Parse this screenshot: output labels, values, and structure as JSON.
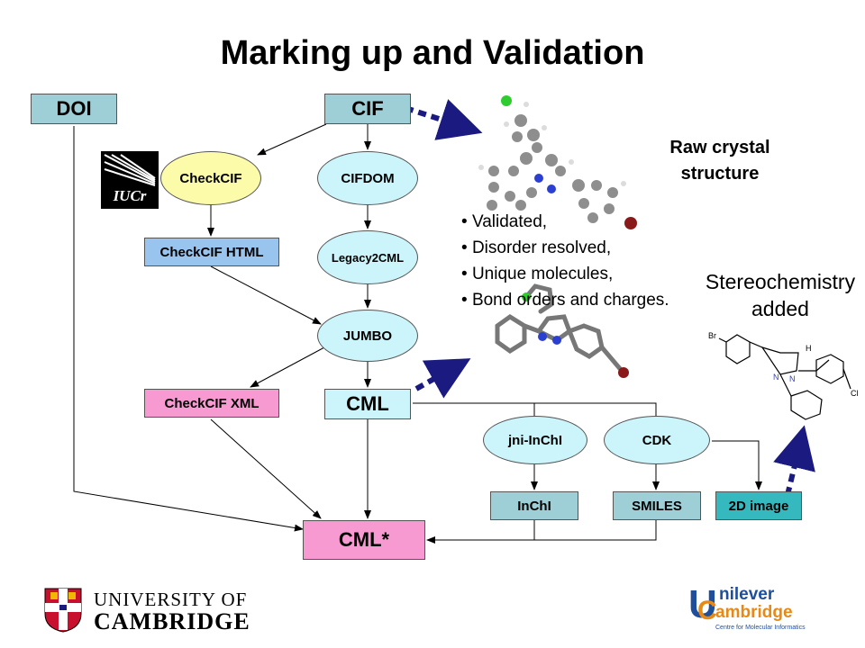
{
  "title": "Marking up and Validation",
  "nodes": {
    "doi": "DOI",
    "cif": "CIF",
    "checkcif": "CheckCIF",
    "cifdom": "CIFDOM",
    "checkcif_html": "CheckCIF HTML",
    "legacy2cml": "Legacy2CML",
    "jumbo": "JUMBO",
    "checkcif_xml": "CheckCIF XML",
    "cml": "CML",
    "jni_inchi": "jni-InChI",
    "cdk": "CDK",
    "inchi": "InChI",
    "smiles": "SMILES",
    "image2d": "2D image",
    "cml_star": "CML*"
  },
  "raw_label": "Raw crystal structure",
  "bullets": [
    "Validated,",
    "Disorder resolved,",
    "Unique molecules,",
    "Bond orders and charges."
  ],
  "stereo_label": "Stereochemistry added",
  "logos": {
    "iucr": "IUCr",
    "cambridge_line1": "UNIVERSITY OF",
    "cambridge_line2": "CAMBRIDGE",
    "unilever_line1": "nilever",
    "unilever_line2": "ambridge",
    "unilever_sub": "Centre for Molecular Informatics"
  },
  "molecule_labels": {
    "br": "Br",
    "cl": "Cl",
    "h": "H",
    "n1": "N",
    "n2": "N"
  },
  "colors": {
    "arrow_dashed": "#1a1a80",
    "atom_green": "#2ecc2e",
    "atom_blue": "#2b3fd1",
    "atom_red": "#8a1a1a",
    "atom_gray": "#8e8e8e"
  }
}
